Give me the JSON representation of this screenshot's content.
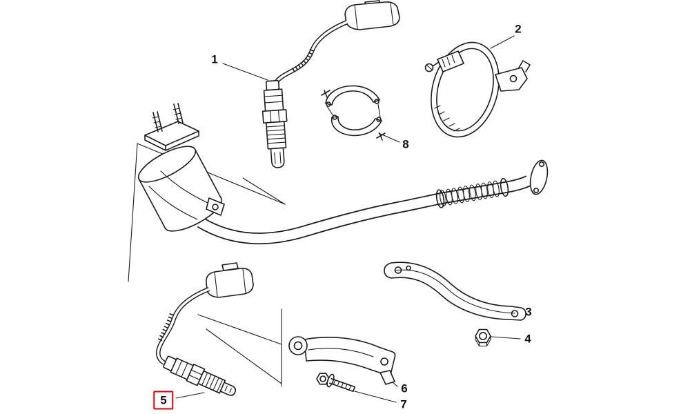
{
  "page": {
    "background_color": "#ffffff",
    "line_color": "#1a1a1a",
    "highlight_color": "#e10000"
  },
  "diagram": {
    "type": "exploded-parts-diagram",
    "highlighted_callout": "5",
    "callouts": [
      {
        "label": "1",
        "highlighted": false
      },
      {
        "label": "2",
        "highlighted": false
      },
      {
        "label": "3",
        "highlighted": false
      },
      {
        "label": "4",
        "highlighted": false
      },
      {
        "label": "5",
        "highlighted": true
      },
      {
        "label": "6",
        "highlighted": false
      },
      {
        "label": "7",
        "highlighted": false
      },
      {
        "label": "8",
        "highlighted": false
      }
    ]
  }
}
